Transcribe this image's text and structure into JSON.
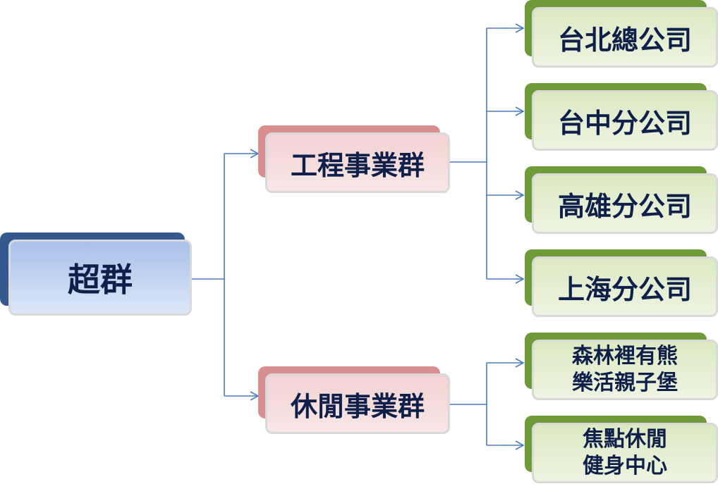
{
  "root": {
    "label": "超群"
  },
  "groups": [
    {
      "label": "工程事業群"
    },
    {
      "label": "休閒事業群"
    }
  ],
  "branches": [
    {
      "label": "台北總公司"
    },
    {
      "label": "台中分公司"
    },
    {
      "label": "高雄分公司"
    },
    {
      "label": "上海分公司"
    }
  ],
  "leisure": [
    {
      "line1": "森林裡有熊",
      "line2": "樂活親子堡"
    },
    {
      "line1": "焦點休閒",
      "line2": "健身中心"
    }
  ],
  "colors": {
    "connector": "#4a7cc0",
    "text": "#0e1f4a",
    "root": "#a9c0ea",
    "group": "#f3d2d2",
    "leaf": "#dce9c2"
  }
}
